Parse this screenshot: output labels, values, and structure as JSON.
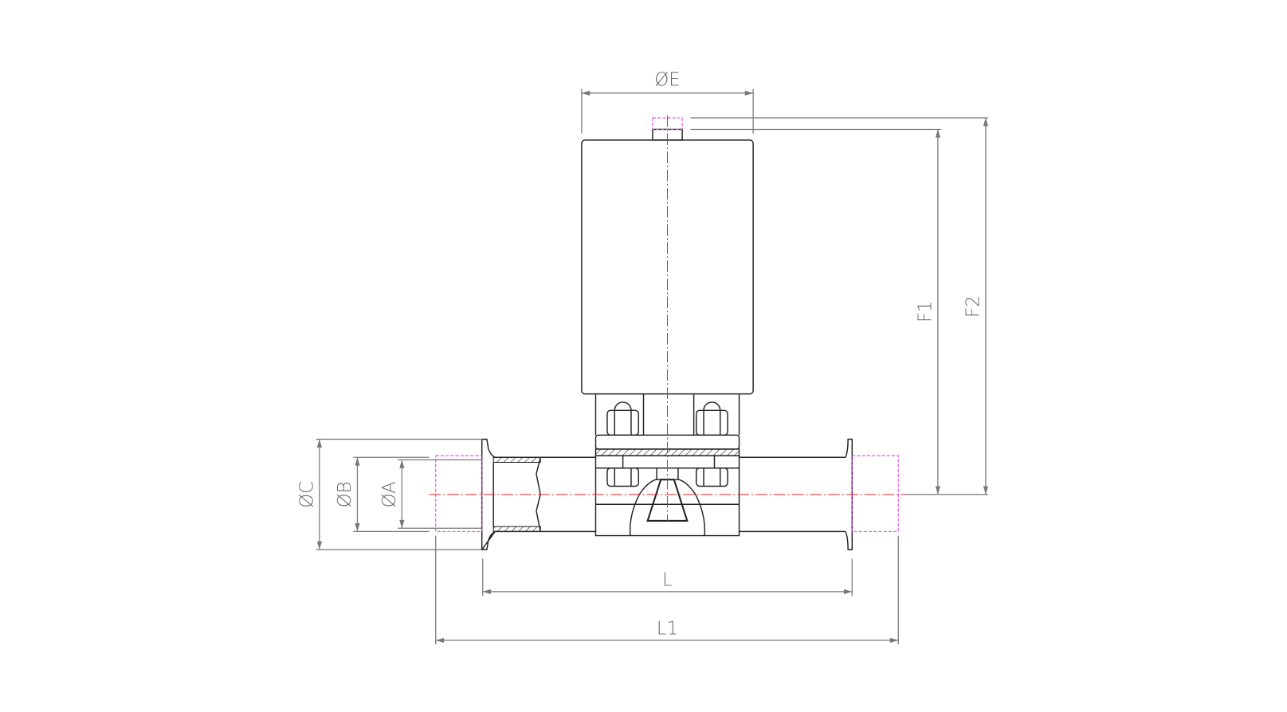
{
  "drawing": {
    "title": "Pneumatic diaphragm valve with clamp ends - dimension drawing",
    "labels": {
      "dia_e": "ØE",
      "f1": "F1",
      "f2": "F2",
      "dia_c": "ØC",
      "dia_b": "ØB",
      "dia_a": "ØA",
      "l": "L",
      "l1": "L1"
    },
    "colors": {
      "outline": "#222222",
      "dimension": "#777777",
      "centerline": "#e8262b",
      "hidden": "#e83ce8"
    }
  }
}
